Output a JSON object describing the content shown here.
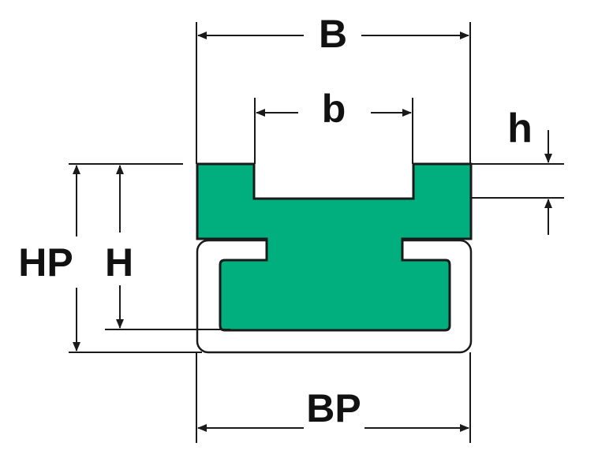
{
  "labels": {
    "B": "B",
    "b": "b",
    "h": "h",
    "HP": "HP",
    "H": "H",
    "BP": "BP"
  },
  "colors": {
    "profile": "#00AE7E",
    "line": "#1a1a1a",
    "background": "#ffffff"
  }
}
